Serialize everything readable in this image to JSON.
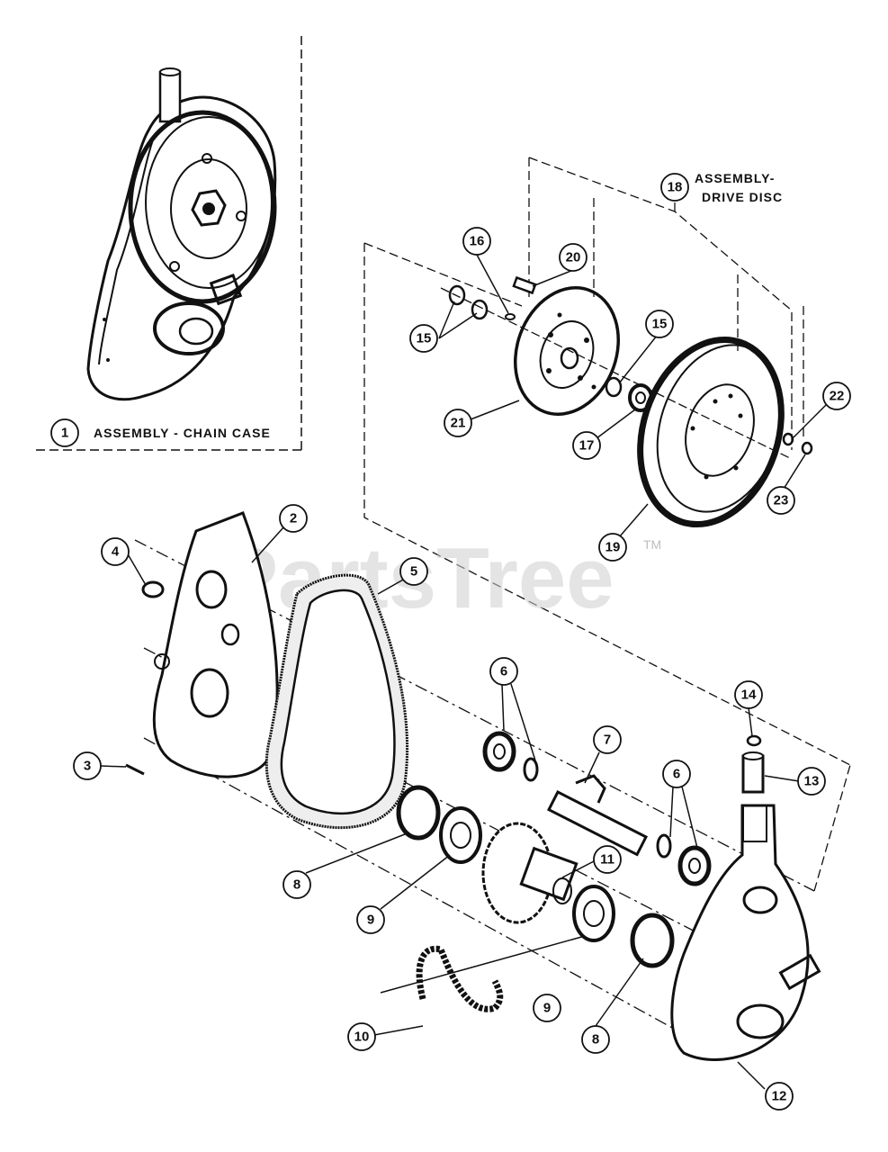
{
  "watermark": {
    "text": "PartsTree",
    "trademark": "TM"
  },
  "assemblies": {
    "chain_case": {
      "number": "1",
      "label": "ASSEMBLY - CHAIN CASE"
    },
    "drive_disc": {
      "number": "18",
      "label_line1": "ASSEMBLY-",
      "label_line2": "DRIVE DISC"
    }
  },
  "callouts": {
    "c2": "2",
    "c3": "3",
    "c4": "4",
    "c5": "5",
    "c6a": "6",
    "c6b": "6",
    "c7": "7",
    "c8a": "8",
    "c8b": "8",
    "c9a": "9",
    "c9b": "9",
    "c10": "10",
    "c11": "11",
    "c12": "12",
    "c13": "13",
    "c14": "14",
    "c15a": "15",
    "c15b": "15",
    "c16": "16",
    "c17": "17",
    "c19": "19",
    "c20": "20",
    "c21": "21",
    "c22": "22",
    "c23": "23"
  },
  "colors": {
    "ink": "#111111",
    "watermark": "#cfcfcf",
    "background": "#ffffff"
  }
}
